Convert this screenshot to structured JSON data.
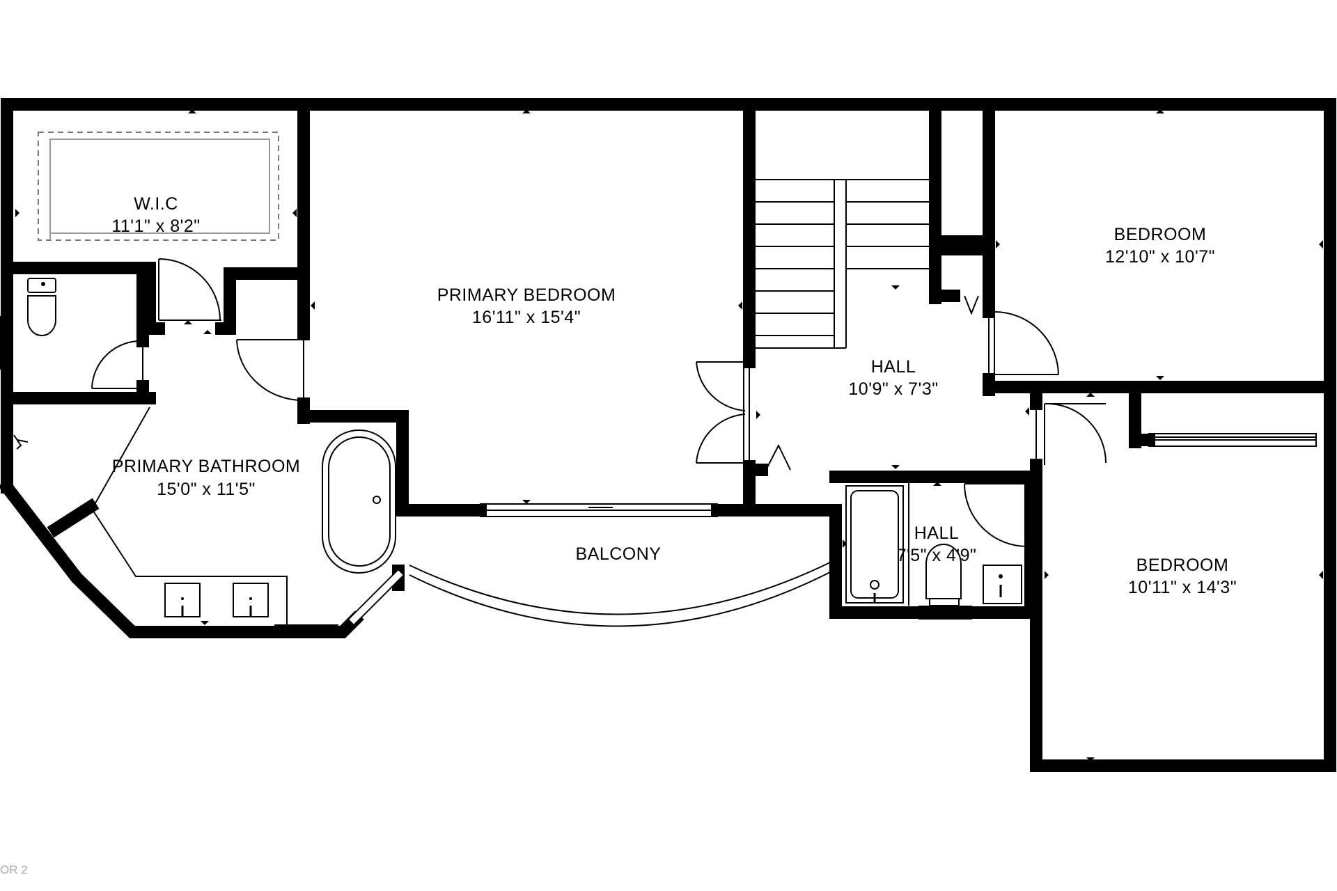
{
  "rooms": {
    "wic": {
      "name": "W.I.C",
      "dims": "11'1\" x 8'2\""
    },
    "primary_bedroom": {
      "name": "PRIMARY BEDROOM",
      "dims": "16'11\" x 15'4\""
    },
    "bedroom_ne": {
      "name": "BEDROOM",
      "dims": "12'10\" x 10'7\""
    },
    "hall_main": {
      "name": "HALL",
      "dims": "10'9\" x 7'3\""
    },
    "primary_bathroom": {
      "name": "PRIMARY BATHROOM",
      "dims": "15'0\" x 11'5\""
    },
    "balcony": {
      "name": "BALCONY"
    },
    "hall_bath": {
      "name": "HALL",
      "dims": "7'5\" x 4'9\""
    },
    "bedroom_se": {
      "name": "BEDROOM",
      "dims": "10'11\" x 14'3\""
    }
  },
  "floor_label": "OR 2"
}
